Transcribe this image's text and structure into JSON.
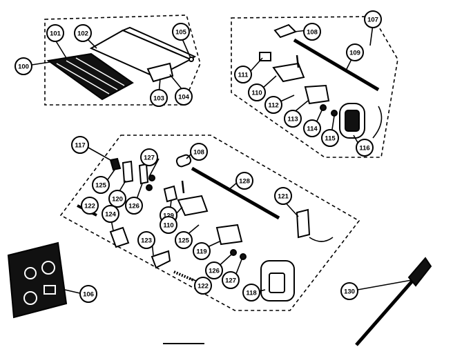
{
  "callouts": {
    "c100": "100",
    "c101": "101",
    "c102": "102",
    "c103": "103",
    "c104": "104",
    "c105": "105",
    "c106": "106",
    "c107": "107",
    "c108a": "108",
    "c108b": "108",
    "c109": "109",
    "c110a": "110",
    "c110b": "110",
    "c111": "111",
    "c112": "112",
    "c113": "113",
    "c114": "114",
    "c115": "115",
    "c116": "116",
    "c117": "117",
    "c118": "118",
    "c119": "119",
    "c120": "120",
    "c121": "121",
    "c122a": "122",
    "c122b": "122",
    "c123": "123",
    "c124": "124",
    "c125a": "125",
    "c125b": "125",
    "c126a": "126",
    "c126b": "126",
    "c127a": "127",
    "c127b": "127",
    "c128": "128",
    "c129": "129",
    "c130": "130"
  },
  "colors": {
    "ink": "#000000",
    "paper": "#ffffff"
  }
}
